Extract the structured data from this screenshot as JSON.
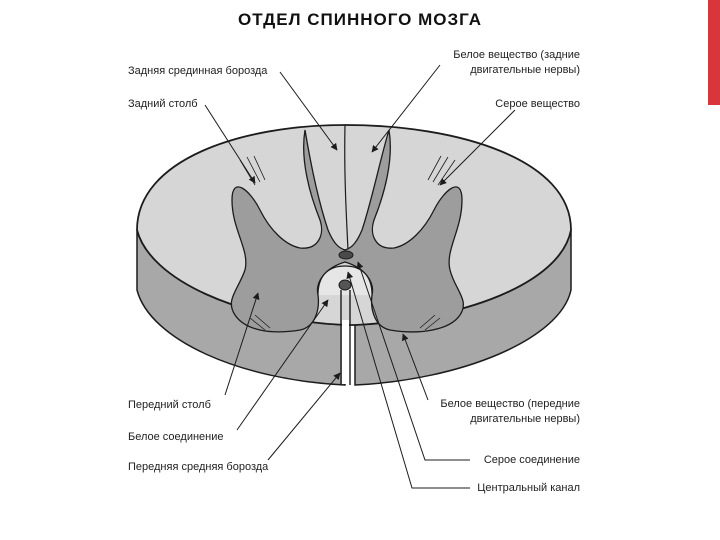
{
  "title": "ОТДЕЛ СПИННОГО МОЗГА",
  "colors": {
    "accent": "#d9363b",
    "white_matter": "#d6d6d6",
    "grey_matter": "#9d9d9d",
    "side": "#a8a8a8",
    "outline": "#1c1c1c"
  },
  "labels": {
    "posterior_median_sulcus": "Задняя срединная борозда",
    "posterior_column": "Задний столб",
    "white_matter_posterior_1": "Белое вещество (задние",
    "white_matter_posterior_2": "двигательные нервы)",
    "grey_matter": "Серое вещество",
    "anterior_column": "Передний столб",
    "white_commissure": "Белое соединение",
    "anterior_median_fissure": "Передняя средняя борозда",
    "white_matter_anterior_1": "Белое вещество (передние",
    "white_matter_anterior_2": "двигательные нервы)",
    "grey_commissure": "Серое соединение",
    "central_canal": "Центральный канал"
  }
}
